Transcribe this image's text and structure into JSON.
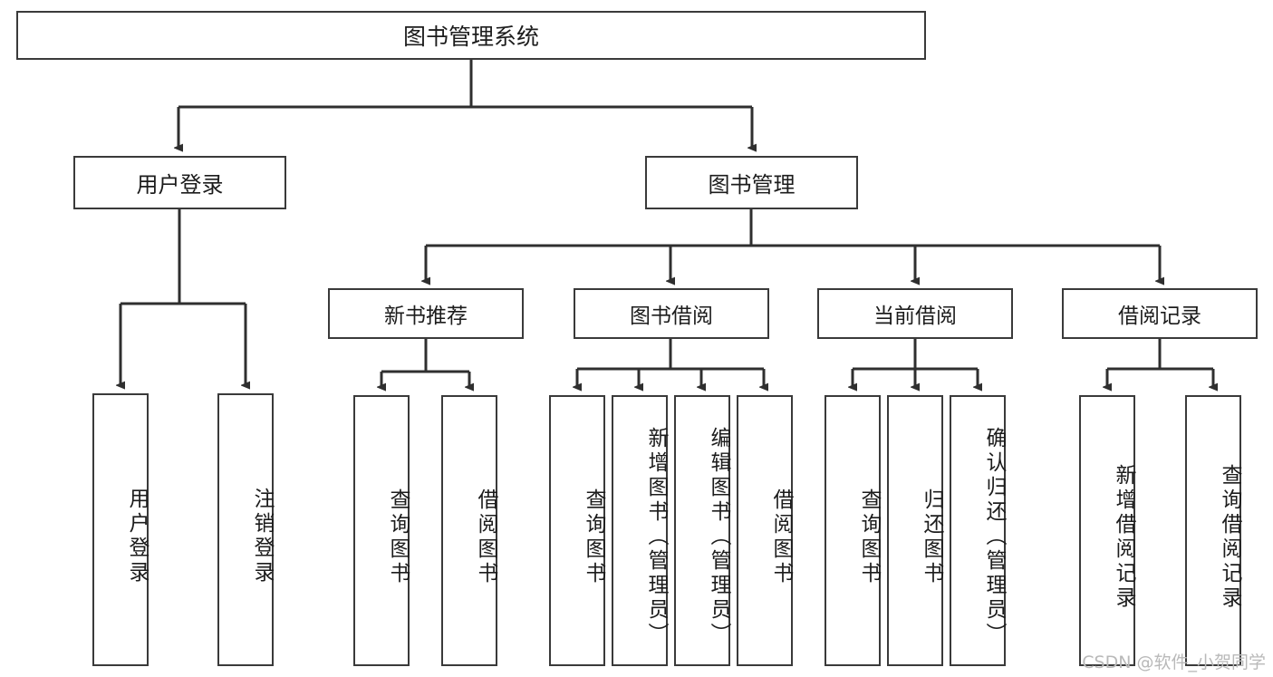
{
  "diagram": {
    "title": "图书管理系统",
    "type": "hierarchy-tree",
    "root": {
      "label": "图书管理系统"
    },
    "level2": [
      {
        "label": "用户登录"
      },
      {
        "label": "图书管理"
      }
    ],
    "level3": [
      {
        "label": "新书推荐"
      },
      {
        "label": "图书借阅"
      },
      {
        "label": "当前借阅"
      },
      {
        "label": "借阅记录"
      }
    ],
    "leaves": {
      "user_login": [
        {
          "label": "用户登录"
        },
        {
          "label": "注销登录"
        }
      ],
      "new_book_recommend": [
        {
          "label": "查询图书"
        },
        {
          "label": "借阅图书"
        }
      ],
      "book_borrow": [
        {
          "label": "查询图书"
        },
        {
          "label": "新增图书（管理员）"
        },
        {
          "label": "编辑图书（管理员）"
        },
        {
          "label": "借阅图书"
        }
      ],
      "current_borrow": [
        {
          "label": "查询图书"
        },
        {
          "label": "归还图书"
        },
        {
          "label": "确认归还（管理员）"
        }
      ],
      "borrow_record": [
        {
          "label": "新增借阅记录"
        },
        {
          "label": "查询借阅记录"
        }
      ]
    }
  },
  "watermark": {
    "text": "CSDN @软件_小贺同学"
  },
  "colors": {
    "box_border": "#3a3a3a",
    "wire": "#2f2f2f",
    "text": "#1c1c1c",
    "background": "#ffffff",
    "watermark": "#b9b9b9"
  }
}
